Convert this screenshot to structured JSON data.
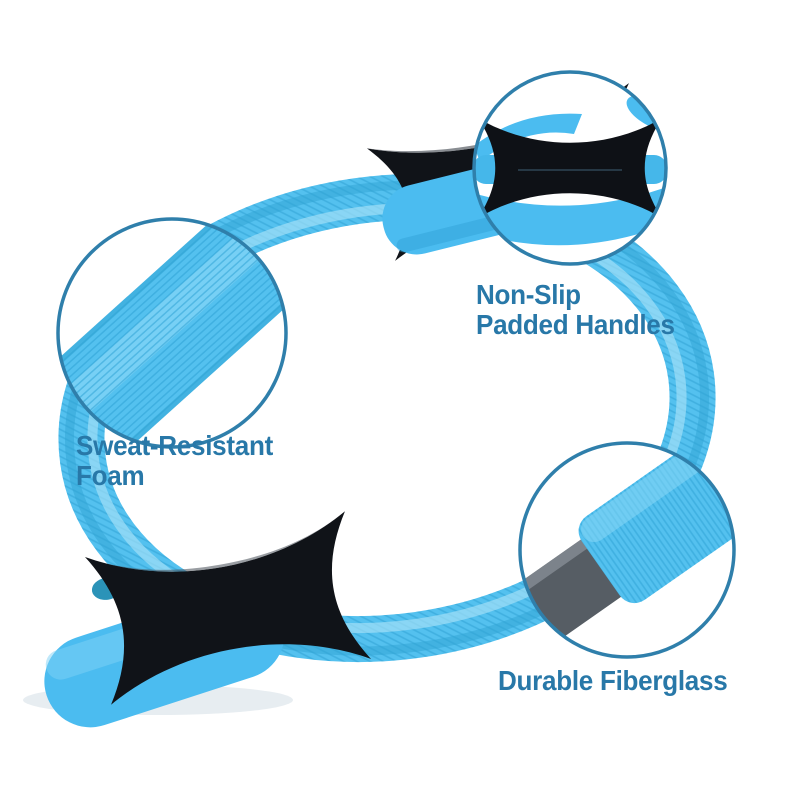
{
  "callouts": [
    {
      "name": "non-slip-padded-handles",
      "label_lines": [
        "Non-Slip",
        "Padded Handles"
      ]
    },
    {
      "name": "sweat-resistant-foam",
      "label_lines": [
        "Sweat-Resistant",
        "Foam"
      ]
    },
    {
      "name": "durable-fiberglass",
      "label_lines": [
        "Durable Fiberglass"
      ]
    }
  ],
  "colors": {
    "background": "#ffffff",
    "label_text": "#2878a8",
    "callout_border": "#2f7fab",
    "ring_blue": "#54c1ef",
    "ring_blue_dark": "#2fa3d4",
    "ring_highlight": "#a8e2f8",
    "pad_blue": "#4bbcf0",
    "tube_blue": "#45b7ea",
    "grip_black": "#101318",
    "fiberglass_gray": "#565d64"
  }
}
